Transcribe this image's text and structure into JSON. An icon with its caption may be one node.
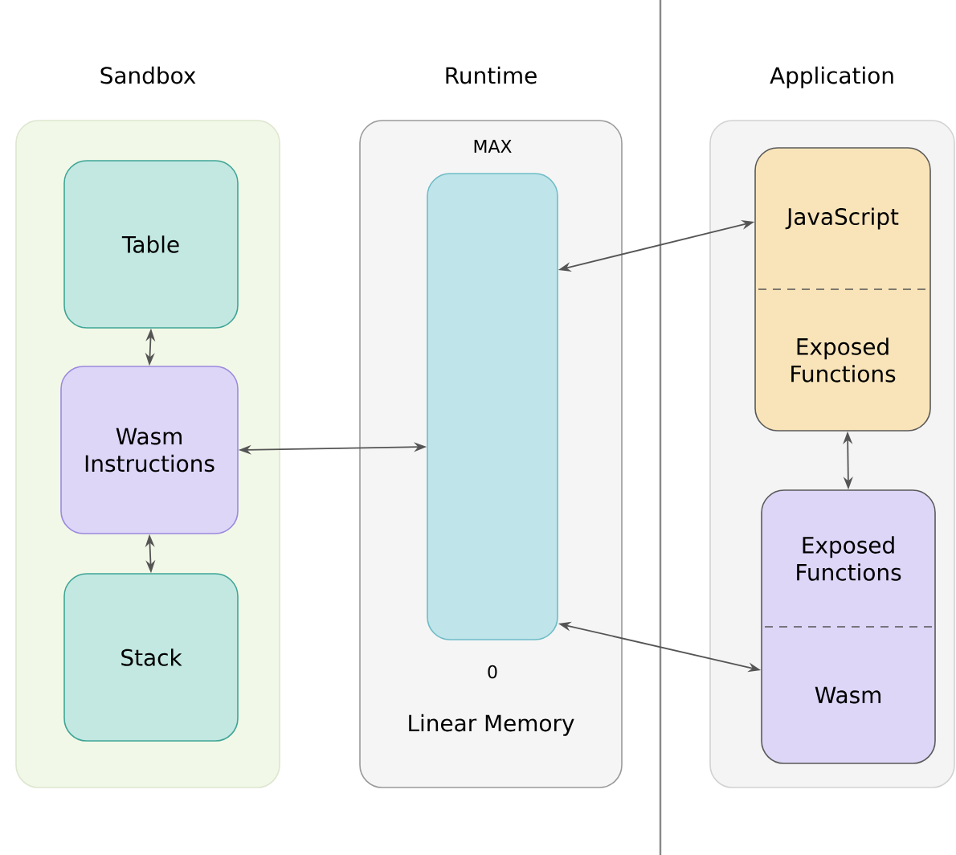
{
  "diagram": {
    "nodes": [
      {
        "text": [
          "Sandbox"
        ]
      },
      {
        "text": [
          "Table"
        ],
        "in": 0
      },
      {
        "text": [
          "Wasm Instructions"
        ],
        "in": 0
      },
      {
        "text": [
          "Stack"
        ],
        "in": 0
      },
      {
        "text": [
          "Runtime",
          "Linear Memory"
        ]
      },
      {
        "text": [],
        "shape": "bar",
        "in": 4,
        "beside": [
          "MAX",
          "0"
        ]
      },
      {
        "text": [
          "Application"
        ]
      },
      {
        "text": [
          "JavaScript",
          "Exposed Functions"
        ],
        "in": 6
      },
      {
        "text": [
          "Exposed Functions",
          "Wasm"
        ],
        "in": 6
      }
    ],
    "edges": [
      {
        "from": 1,
        "to": 2,
        "arrow": "both"
      },
      {
        "from": 2,
        "to": 3,
        "arrow": "both"
      },
      {
        "from": 2,
        "to": 5,
        "arrow": "both"
      },
      {
        "from": 5,
        "to": 7,
        "arrow": "both"
      },
      {
        "from": 7,
        "to": 8,
        "arrow": "both"
      },
      {
        "from": 5,
        "to": 8,
        "arrow": "both"
      }
    ]
  }
}
